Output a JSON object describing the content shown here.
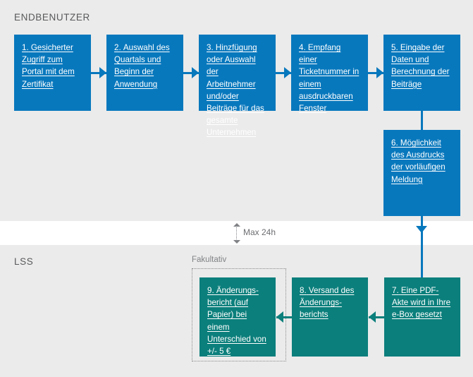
{
  "lanes": {
    "enduser": "ENDBENUTZER",
    "lss": "LSS"
  },
  "optional_group": {
    "label": "Fakultativ"
  },
  "timing": {
    "label": "Max 24h"
  },
  "colors": {
    "background": "#ebebeb",
    "band": "#ffffff",
    "blue": "#0878bd",
    "teal": "#0b7f7c",
    "lane_text": "#58595b",
    "muted_text": "#808285"
  },
  "nodes": [
    {
      "id": "step1",
      "num": "1.",
      "text": "Gesicherter Zugriff zum Portal mit dem Zertifikat",
      "color": "blue"
    },
    {
      "id": "step2",
      "num": "2.",
      "text": "Auswahl des Quartals und Beginn der Anwendung",
      "color": "blue"
    },
    {
      "id": "step3",
      "num": "3.",
      "text": "Hinzfügung oder Auswahl der Arbeitnehmer und/oder Beiträge für das gesamte Unternehmen",
      "color": "blue"
    },
    {
      "id": "step4",
      "num": "4.",
      "text": "Empfang einer Ticketnummer in einem ausdruckbaren Fenster",
      "color": "blue"
    },
    {
      "id": "step5",
      "num": "5.",
      "text": "Eingabe der Daten und Berechnung der Beiträge",
      "color": "blue"
    },
    {
      "id": "step6",
      "num": "6.",
      "text": "Möglichkeit des Ausdrucks der vorläufigen Meldung",
      "color": "blue"
    },
    {
      "id": "step7",
      "num": "7.",
      "text": "Eine PDF-Akte wird in Ihre e-Box gesetzt",
      "color": "teal"
    },
    {
      "id": "step8",
      "num": "8.",
      "text": "Versand des Änderungs-berichts",
      "color": "teal"
    },
    {
      "id": "step9",
      "num": "9.",
      "text": "Änderungs-bericht (auf Papier) bei einem Unterschied von +/- 5 €",
      "color": "teal"
    }
  ]
}
